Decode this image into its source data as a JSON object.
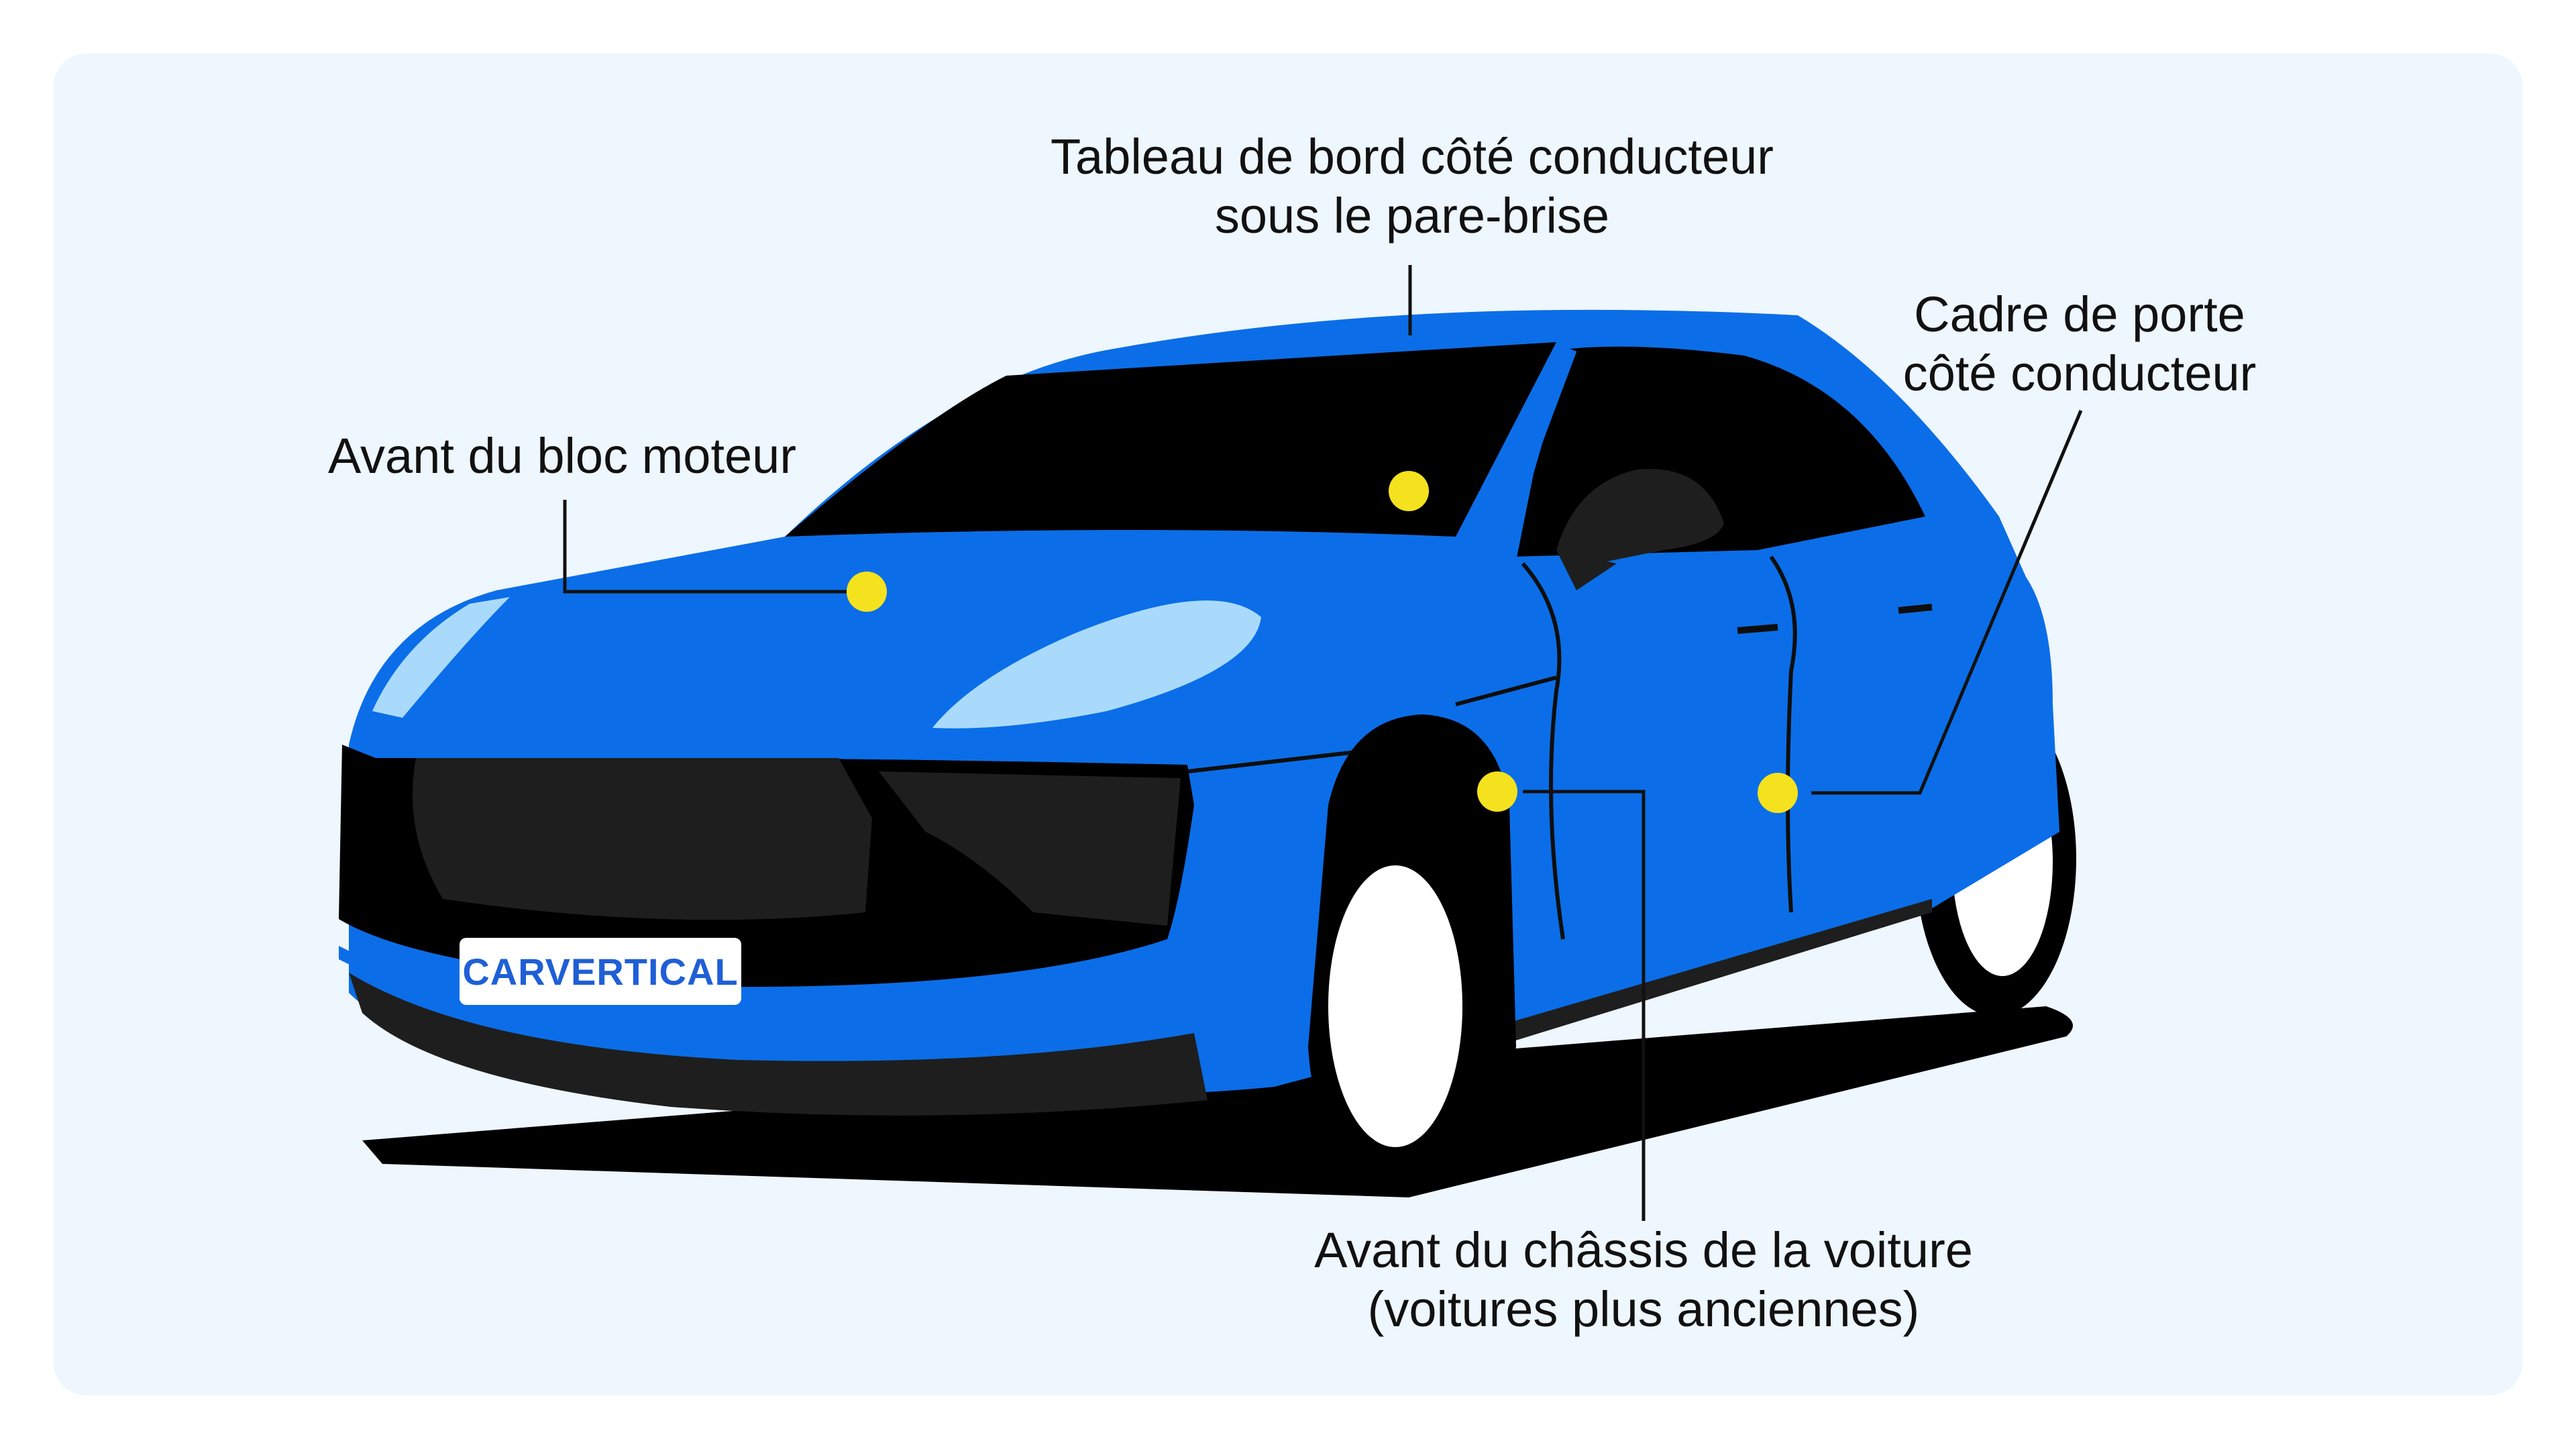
{
  "labels": {
    "engine_front": {
      "lines": [
        "Avant du bloc moteur"
      ]
    },
    "dashboard": {
      "lines": [
        "Tableau de bord côté conducteur",
        "sous le pare-brise"
      ]
    },
    "door_frame": {
      "lines": [
        "Cadre de porte",
        "côté conducteur"
      ]
    },
    "chassis_front": {
      "lines": [
        "Avant du châssis de la voiture",
        "(voitures plus anciennes)"
      ]
    }
  },
  "plate": {
    "brand": "CARVERTICAL"
  },
  "colors": {
    "background": "#eef6fe",
    "car_body": "#0b6ee8",
    "glass": "#000000",
    "headlight": "#a9dafc",
    "trim": "#1e1e1e",
    "marker": "#f5e21e",
    "tire_highlight": "#ffffff"
  },
  "icons": {
    "markers": "location-dot-icon",
    "car": "car-illustration-icon"
  }
}
